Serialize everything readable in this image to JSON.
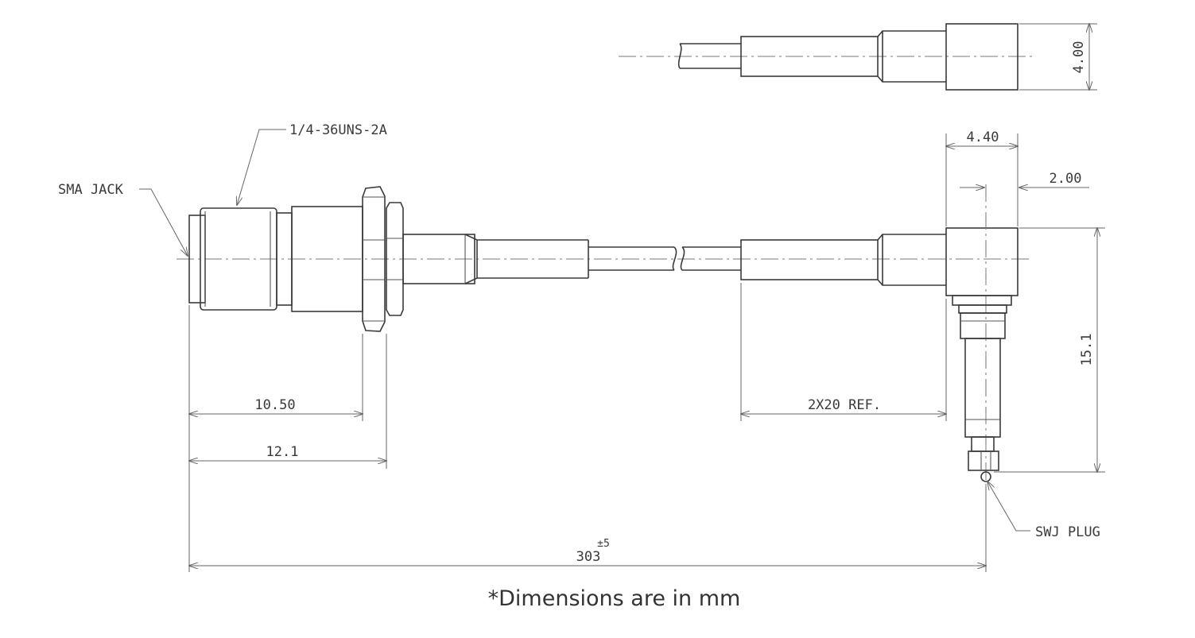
{
  "labels": {
    "thread": "1/4-36UNS-2A",
    "sma_jack": "SMA JACK",
    "swj_plug": "SWJ PLUG"
  },
  "dimensions": {
    "d_4_40": "4.40",
    "d_2_00": "2.00",
    "d_4_00": "4.00",
    "d_15_1": "15.1",
    "d_10_50": "10.50",
    "d_12_1": "12.1",
    "d_2x20_ref": "2X20 REF.",
    "d_303": "303",
    "d_303_tol": "±5"
  },
  "footnote": "*Dimensions are in mm",
  "colors": {
    "line": "#3a3a3a",
    "text": "#333333",
    "background": "#ffffff"
  }
}
